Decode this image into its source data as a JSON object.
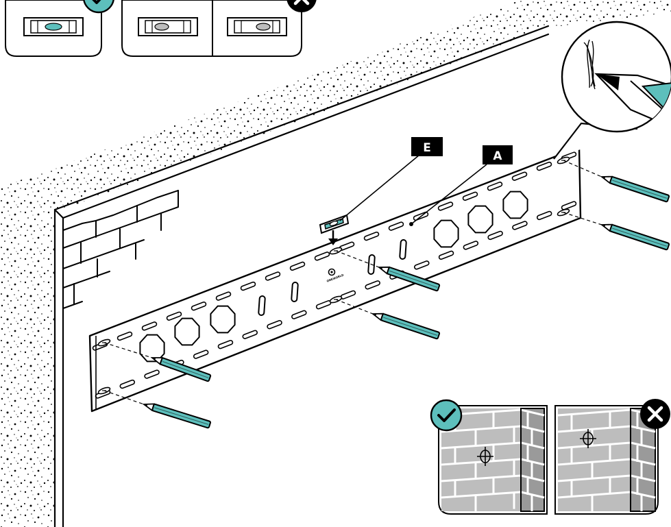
{
  "labels": {
    "level_callout": "E",
    "mark_callout": "A"
  },
  "colors": {
    "pencil": "#5dbfbc",
    "level_bubble": "#5dbfbc",
    "brick_fill": "#bdbdbd",
    "brick_side": "#9a9a9a",
    "ok_badge": "#5dbfbc",
    "bad_badge": "#000000",
    "ink": "#000000"
  },
  "icons": {
    "ok": "checkmark-icon",
    "bad": "x-mark-icon"
  },
  "level_states": [
    "level",
    "tilted-left",
    "tilted-right"
  ]
}
